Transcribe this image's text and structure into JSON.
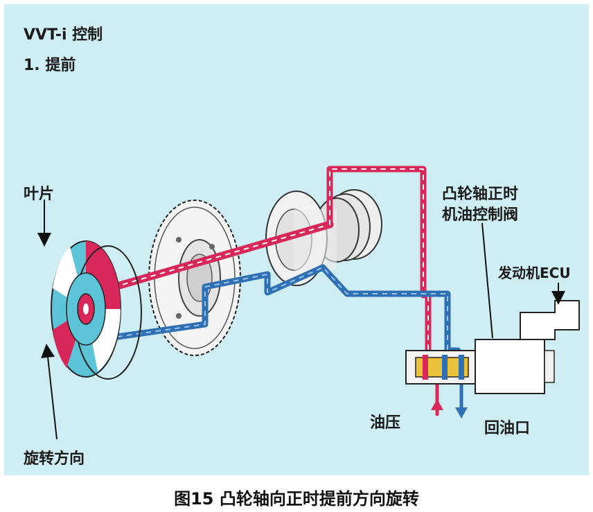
{
  "header": {
    "title": "VVT-i 控制",
    "subtitle": "1. 提前"
  },
  "labels": {
    "vane": "叶片",
    "ocv_line1": "凸轮轴正时",
    "ocv_line2": "机油控制阀",
    "ecu": "发动机ECU",
    "oil_pressure": "油压",
    "drain": "回油口",
    "rotation_direction": "旋转方向"
  },
  "caption": "图15 凸轮轴向正时提前方向旋转",
  "colors": {
    "background": "#cfeef3",
    "advance_oil": "#d8285a",
    "retard_oil": "#2f6fb3",
    "housing": "#5cc4d6",
    "spool": "#e9c13a",
    "metal": "#f2f2f2"
  }
}
